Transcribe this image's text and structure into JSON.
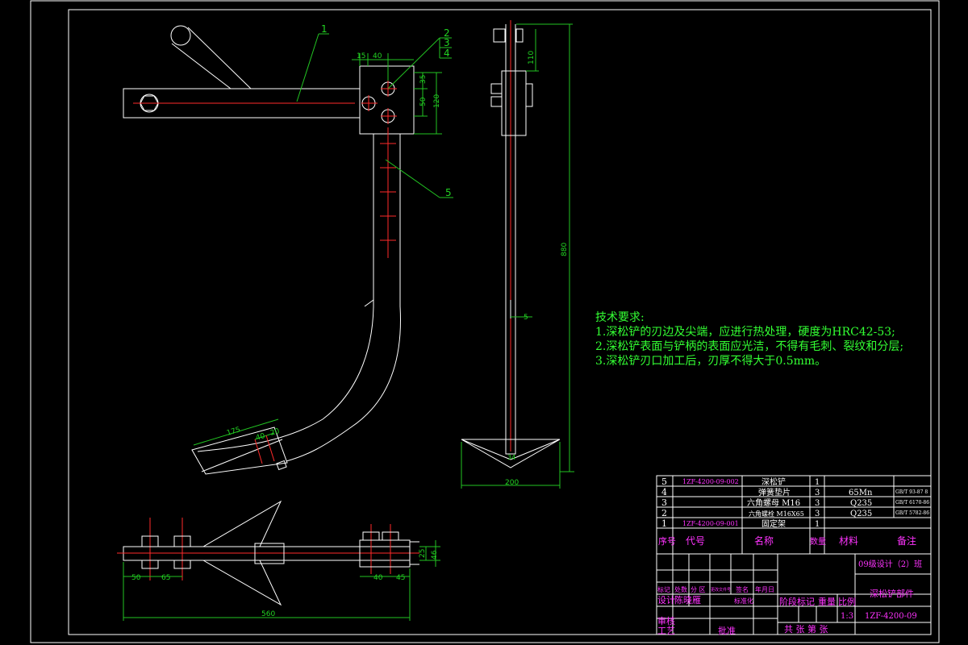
{
  "colors": {
    "background": "#000000",
    "outline": "#ffffff",
    "centerline": "#ff2a2a",
    "dimension": "#22c322",
    "notes": "#33ff33",
    "titleblock_text": "#ff33ff"
  },
  "balloons": [
    "1",
    "2",
    "3",
    "4",
    "5"
  ],
  "dimensions": {
    "clamp_15": "15",
    "clamp_40": "40",
    "clamp_35": "35",
    "clamp_50": "50",
    "clamp_120": "120",
    "tip_175": "175",
    "tip_40": "40",
    "tip_20": "20",
    "side_110": "110",
    "side_880": "880",
    "side_5": "5",
    "side_34": "34",
    "side_200": "200",
    "plan_50": "50",
    "plan_65": "65",
    "plan_40": "40",
    "plan_45": "45",
    "plan_25": "25",
    "plan_46": "46",
    "plan_560": "560"
  },
  "notes": {
    "title": "技术要求:",
    "line1": "1.深松铲的刃边及尖端，应进行热处理，硬度为HRC42-53;",
    "line2": "2.深松铲表面与铲柄的表面应光洁，不得有毛刺、裂纹和分层;",
    "line3": "3.深松铲刃口加工后，刃厚不得大于0.5mm。"
  },
  "bom": [
    {
      "no": "5",
      "code": "1ZF-4200-09-002",
      "name": "深松铲",
      "qty": "1",
      "material": "",
      "note": ""
    },
    {
      "no": "4",
      "code": "",
      "name": "弹簧垫片",
      "qty": "3",
      "material": "65Mn",
      "note": "GB/T 93-87 8"
    },
    {
      "no": "3",
      "code": "",
      "name": "六角螺母 M16",
      "qty": "3",
      "material": "Q235",
      "note": "GB/T 6170-86"
    },
    {
      "no": "2",
      "code": "",
      "name": "六角螺栓 M16X65",
      "qty": "3",
      "material": "Q235",
      "note": "GB/T 5782-86"
    },
    {
      "no": "1",
      "code": "1ZF-4200-09-001",
      "name": "固定架",
      "qty": "1",
      "material": "",
      "note": ""
    }
  ],
  "bom_header": {
    "no": "序号",
    "code": "代号",
    "name": "名称",
    "qty": "数量",
    "material": "材料",
    "note": "备注"
  },
  "title_block": {
    "school": "09级设计（2）班",
    "drawing_name": "深松铲部件",
    "drawing_no": "1ZF-4200-09",
    "scale": "1:3",
    "stage_label": "阶段标记",
    "weight_label": "重量",
    "scale_label": "比例",
    "sheets_label": "共 张 第 张",
    "revision_labels": [
      "标记",
      "处数",
      "分 区",
      "更改文件号",
      "签名",
      "年月日"
    ],
    "designer_label": "设计",
    "designer_name": "陈晓雁",
    "standard_label": "标准化",
    "check_label": "审核",
    "process_label": "工艺",
    "approve_label": "批准"
  }
}
